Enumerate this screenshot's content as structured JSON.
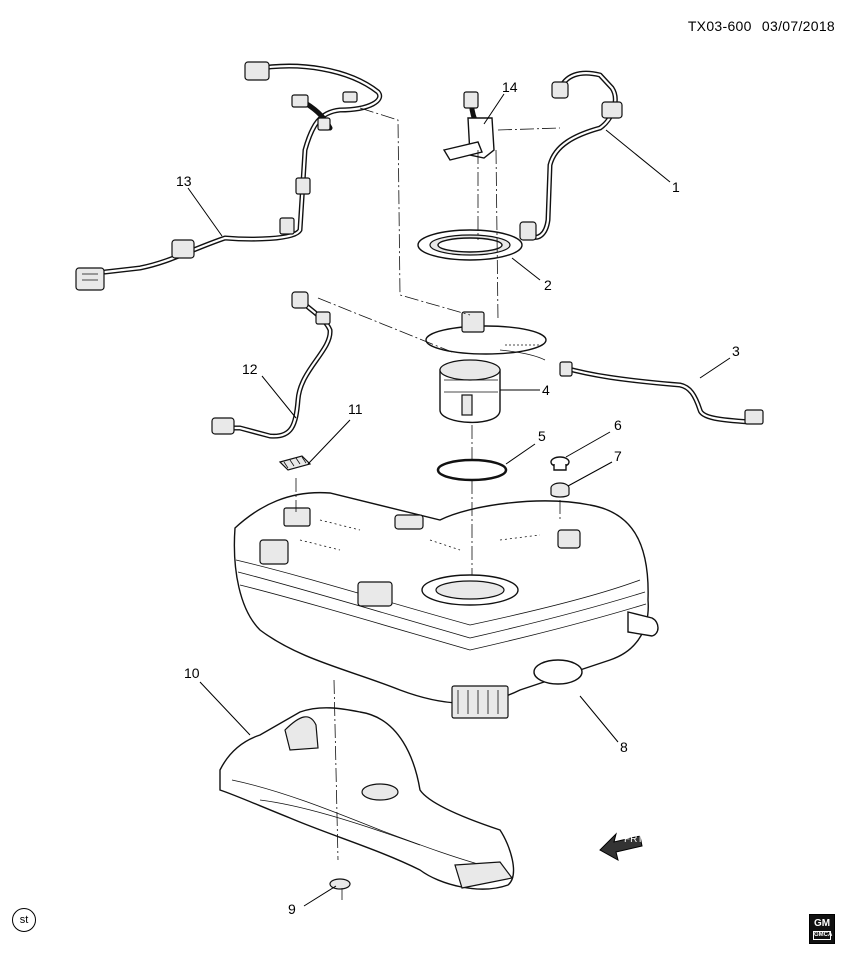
{
  "header": {
    "code": "TX03-600",
    "date": "03/07/2018"
  },
  "callouts": [
    "1",
    "2",
    "3",
    "4",
    "5",
    "6",
    "7",
    "8",
    "9",
    "10",
    "11",
    "12",
    "13",
    "14"
  ],
  "front_arrow_label": "FRT",
  "corner_badge": "st",
  "logo": "GM",
  "logo_sub": "GMCA"
}
